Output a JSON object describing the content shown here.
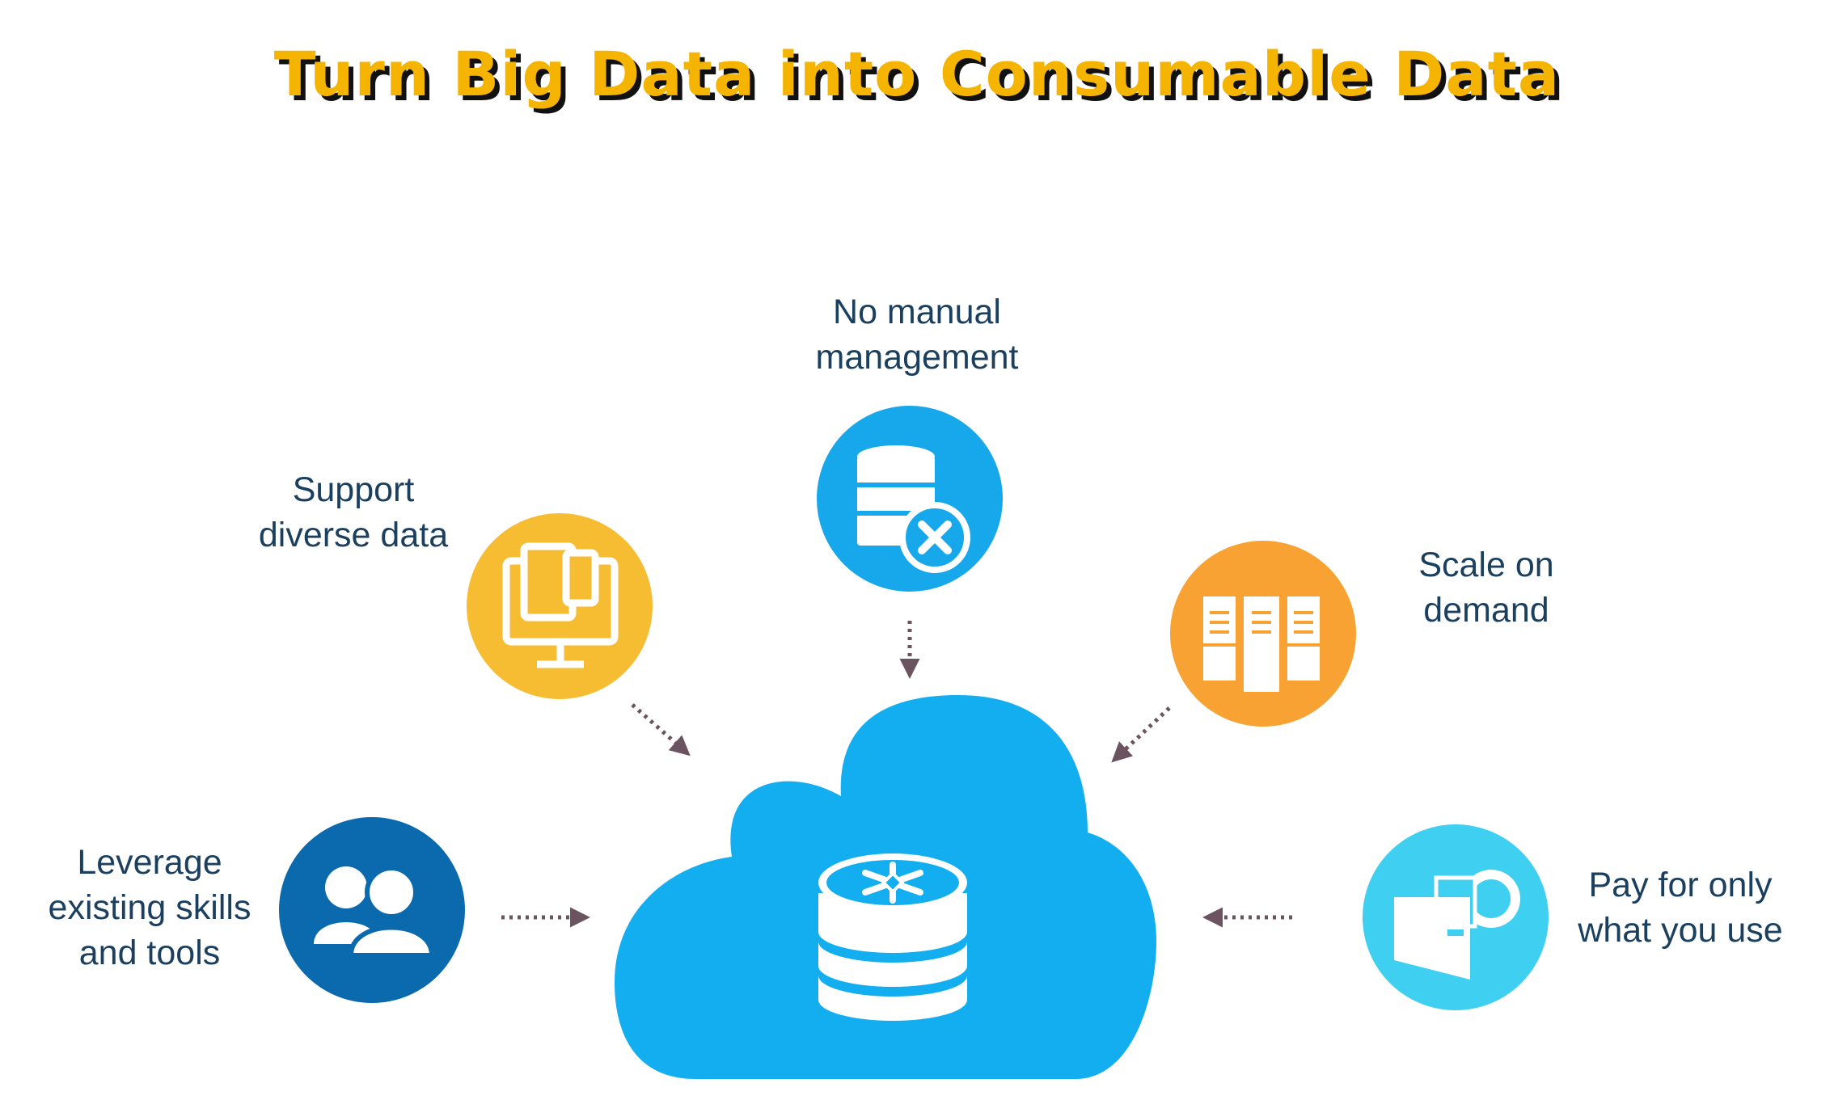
{
  "title": "Turn Big Data into Consumable Data",
  "colors": {
    "title_fill": "#f4b400",
    "title_shadow": "#111111",
    "cloud": "#12aef0",
    "support": "#f6bd33",
    "no_manual": "#16a8ea",
    "scale": "#f7a233",
    "leverage": "#0b69ad",
    "pay": "#3fcff1",
    "arrow": "#6b5460",
    "label": "#1b3f5e"
  },
  "center": {
    "icon": "snowflake-database-icon"
  },
  "nodes": {
    "no_manual": {
      "label_line1": "No manual",
      "label_line2": "management",
      "icon": "database-remove-icon"
    },
    "support": {
      "label_line1": "Support",
      "label_line2": "diverse data",
      "icon": "devices-icon"
    },
    "scale": {
      "label_line1": "Scale on",
      "label_line2": "demand",
      "icon": "server-racks-icon"
    },
    "leverage": {
      "label_line1": "Leverage",
      "label_line2": "existing skills",
      "label_line3": "and tools",
      "icon": "users-icon"
    },
    "pay": {
      "label_line1": "Pay for only",
      "label_line2": "what you use",
      "icon": "wallet-icon"
    }
  }
}
